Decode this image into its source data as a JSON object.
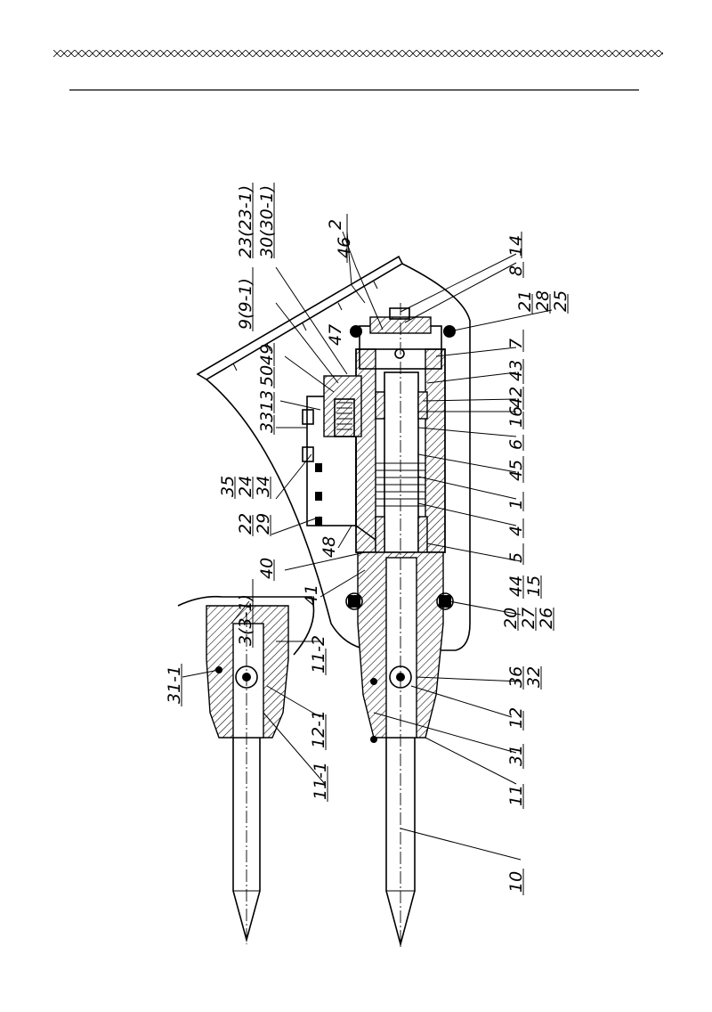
{
  "colors": {
    "ink": "#000000",
    "paper": "#ffffff"
  },
  "labels": {
    "l_2": "2",
    "l_46": "46",
    "l_14": "14",
    "l_8": "8",
    "l_21": "21",
    "l_28": "28",
    "l_25": "25",
    "l_7": "7",
    "l_43": "43",
    "l_42": "42",
    "l_16": "16",
    "l_6": "6",
    "l_45": "45",
    "l_1": "1",
    "l_4": "4",
    "l_5": "5",
    "l_44": "44",
    "l_15": "15",
    "l_20": "20",
    "l_27": "27",
    "l_26": "26",
    "l_36": "36",
    "l_32": "32",
    "l_12": "12",
    "l_31": "31",
    "l_11": "11",
    "l_10": "10",
    "l_23": "23(23-1)",
    "l_30": "30(30-1)",
    "l_9": "9(9-1)",
    "l_47": "47",
    "l_49": "49",
    "l_50": "50",
    "l_13": "13",
    "l_33": "33",
    "l_35": "35",
    "l_24": "24",
    "l_34": "34",
    "l_22": "22",
    "l_29": "29",
    "l_48": "48",
    "l_40": "40",
    "l_41": "41",
    "l_3": "3(3-1)",
    "l_31_1": "31-1",
    "l_11_2": "11-2",
    "l_12_1": "12-1",
    "l_11_1": "11-1"
  }
}
